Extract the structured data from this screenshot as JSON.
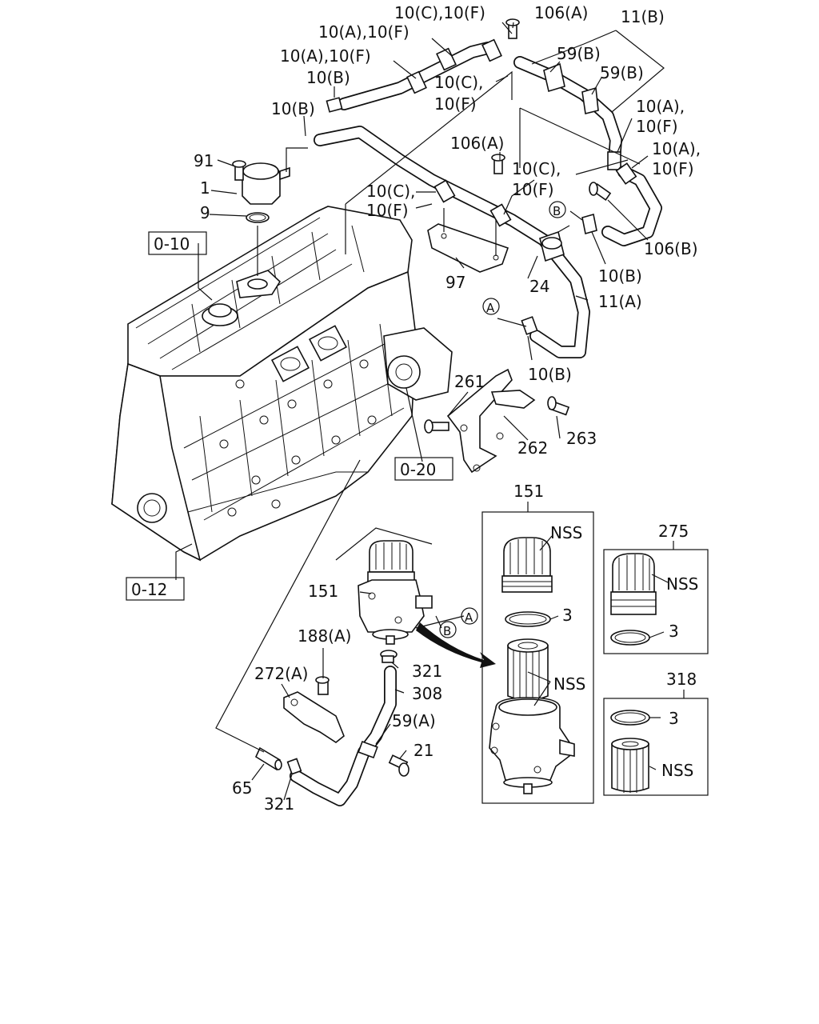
{
  "diagram": {
    "refs": {
      "ref_0_10": "0-10",
      "ref_0_12": "0-12",
      "ref_0_20": "0-20"
    },
    "labels": {
      "l_10cf_top": "10(C),10(F)",
      "l_106a_top": "106(A)",
      "l_11b": "11(B)",
      "l_10af_1": "10(A),10(F)",
      "l_10af_2": "10(A),10(F)",
      "l_59b_1": "59(B)",
      "l_59b_2": "59(B)",
      "l_10b_1": "10(B)",
      "l_10c_mid": "10(C),",
      "l_10f_mid": "10(F)",
      "l_10b_2": "10(B)",
      "l_10a_r1": "10(A),",
      "l_10f_r1": "10(F)",
      "l_10a_r2": "10(A),",
      "l_10f_r2": "10(F)",
      "l_91": "91",
      "l_106a_mid": "106(A)",
      "l_10c_c1": "10(C),",
      "l_10f_c1": "10(F)",
      "l_1": "1",
      "l_10c_c2": "10(C),",
      "l_10f_c2": "10(F)",
      "l_9": "9",
      "l_106b": "106(B)",
      "l_10b_r": "10(B)",
      "l_97": "97",
      "l_24": "24",
      "l_11a": "11(A)",
      "l_10b_low": "10(B)",
      "l_261": "261",
      "l_263": "263",
      "l_262": "262",
      "l_151_top": "151",
      "l_nss_1": "NSS",
      "l_275": "275",
      "l_nss_2": "NSS",
      "l_151_left": "151",
      "l_3_a": "3",
      "l_3_b": "3",
      "l_188a": "188(A)",
      "l_321_a": "321",
      "l_272a": "272(A)",
      "l_308": "308",
      "l_nss_3": "NSS",
      "l_318": "318",
      "l_3_c": "3",
      "l_59a": "59(A)",
      "l_21": "21",
      "l_nss_4": "NSS",
      "l_65": "65",
      "l_321_b": "321"
    },
    "callouts": {
      "a_1": "A",
      "a_2": "A",
      "b_1": "B",
      "b_2": "B"
    }
  }
}
